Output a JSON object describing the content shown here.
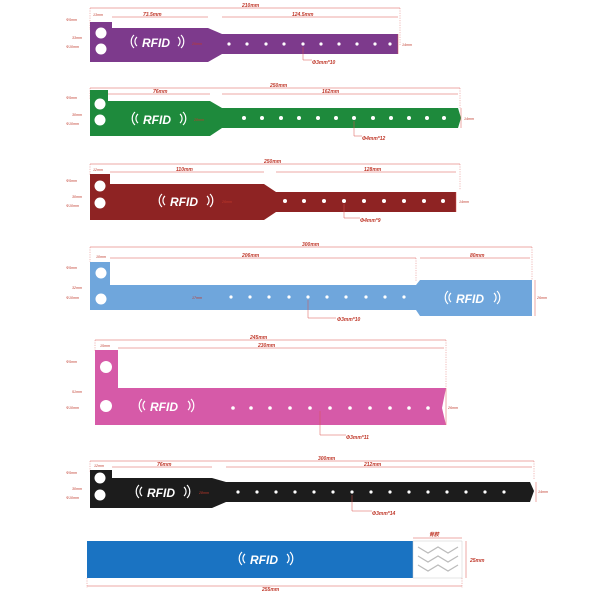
{
  "brand_text": "RFID",
  "wristbands": [
    {
      "id": "purple",
      "color": "#7d3a8c",
      "dimensions": {
        "total_length": "210mm",
        "head_length": "73.5mm",
        "strap_length": "124.5mm",
        "strap_width": "14mm",
        "head_height": "33mm",
        "hole_note": "Φ3mm*10",
        "top_left_small": "Φ5mm",
        "bottom_left_small": "Φ10mm",
        "notch_label": "13mm",
        "inner_label": "26mm"
      }
    },
    {
      "id": "green",
      "color": "#1e8a3c",
      "dimensions": {
        "total_length": "250mm",
        "head_length": "76mm",
        "strap_length": "162mm",
        "strap_width": "14mm",
        "head_height": "30mm",
        "hole_note": "Φ4mm*12",
        "top_left_small": "Φ5mm",
        "bottom_left_small": "Φ10mm",
        "notch_label": "12mm",
        "inner_label": "28mm"
      }
    },
    {
      "id": "red",
      "color": "#8e2323",
      "dimensions": {
        "total_length": "250mm",
        "head_length": "110mm",
        "strap_length": "128mm",
        "strap_width": "14mm",
        "head_height": "30mm",
        "hole_note": "Φ4mm*9",
        "top_left_small": "Φ5mm",
        "bottom_left_small": "Φ10mm",
        "notch_label": "12mm",
        "inner_label": "26mm"
      }
    },
    {
      "id": "blue",
      "color": "#6fa6dc",
      "dimensions": {
        "total_length": "300mm",
        "head_length": "206mm",
        "strap_length": "80mm",
        "strap_width": "17mm",
        "tag_width": "26mm",
        "head_height": "32mm",
        "hole_note": "Φ3mm*10",
        "top_left_small": "Φ5mm",
        "bottom_left_small": "Φ10mm",
        "notch_label": "10mm"
      }
    },
    {
      "id": "pink",
      "color": "#d65aa8",
      "dimensions": {
        "total_length": "245mm",
        "inner_length": "230mm",
        "strap_width": "26mm",
        "head_height": "51mm",
        "hole_note": "Φ3mm*11",
        "top_left_small": "Φ5mm",
        "bottom_left_small": "Φ10mm",
        "notch_label": "15mm"
      }
    },
    {
      "id": "black",
      "color": "#1c1c1c",
      "dimensions": {
        "total_length": "300mm",
        "head_length": "76mm",
        "strap_length": "212mm",
        "strap_width": "14mm",
        "head_height": "30mm",
        "hole_note": "Φ3mm*14",
        "top_left_small": "Φ5mm",
        "bottom_left_small": "Φ10mm",
        "notch_label": "12mm",
        "inner_label": "28mm"
      }
    },
    {
      "id": "flat-blue",
      "color": "#1a73c2",
      "dimensions": {
        "total_length": "255mm",
        "height": "25mm",
        "backing_label": "背胶"
      }
    }
  ]
}
